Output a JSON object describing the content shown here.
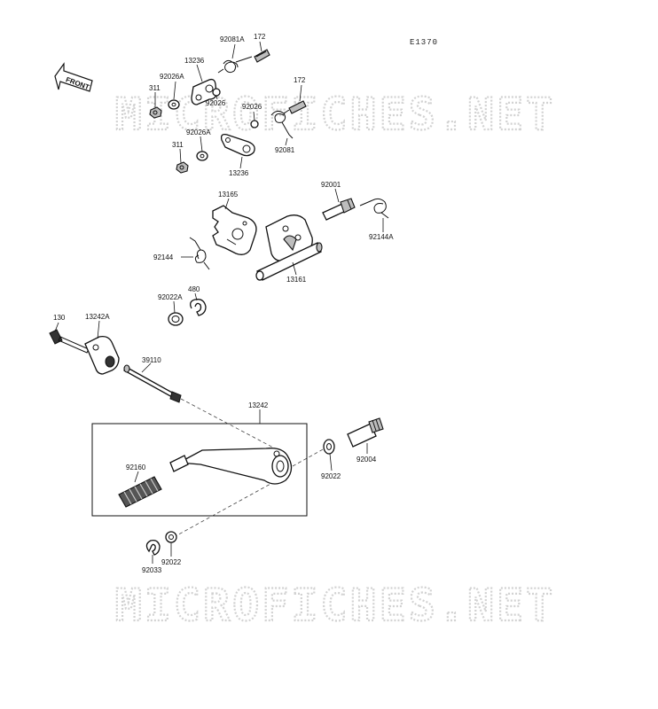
{
  "diagram": {
    "code": "E1370",
    "front_label": "FRONT",
    "parts": [
      {
        "id": "92081A"
      },
      {
        "id": "172"
      },
      {
        "id": "13236"
      },
      {
        "id": "92026A"
      },
      {
        "id": "311"
      },
      {
        "id": "92026"
      },
      {
        "id": "172"
      },
      {
        "id": "92026"
      },
      {
        "id": "92081"
      },
      {
        "id": "92026A"
      },
      {
        "id": "311"
      },
      {
        "id": "13236"
      },
      {
        "id": "13165"
      },
      {
        "id": "92001"
      },
      {
        "id": "92144A"
      },
      {
        "id": "92144"
      },
      {
        "id": "13161"
      },
      {
        "id": "480"
      },
      {
        "id": "92022A"
      },
      {
        "id": "130"
      },
      {
        "id": "13242A"
      },
      {
        "id": "39110"
      },
      {
        "id": "13242"
      },
      {
        "id": "92160"
      },
      {
        "id": "92022"
      },
      {
        "id": "92004"
      },
      {
        "id": "92022"
      },
      {
        "id": "92033"
      }
    ]
  },
  "watermarks": [
    "MICROFICHES.NET",
    "MICROFICHES.NET"
  ]
}
